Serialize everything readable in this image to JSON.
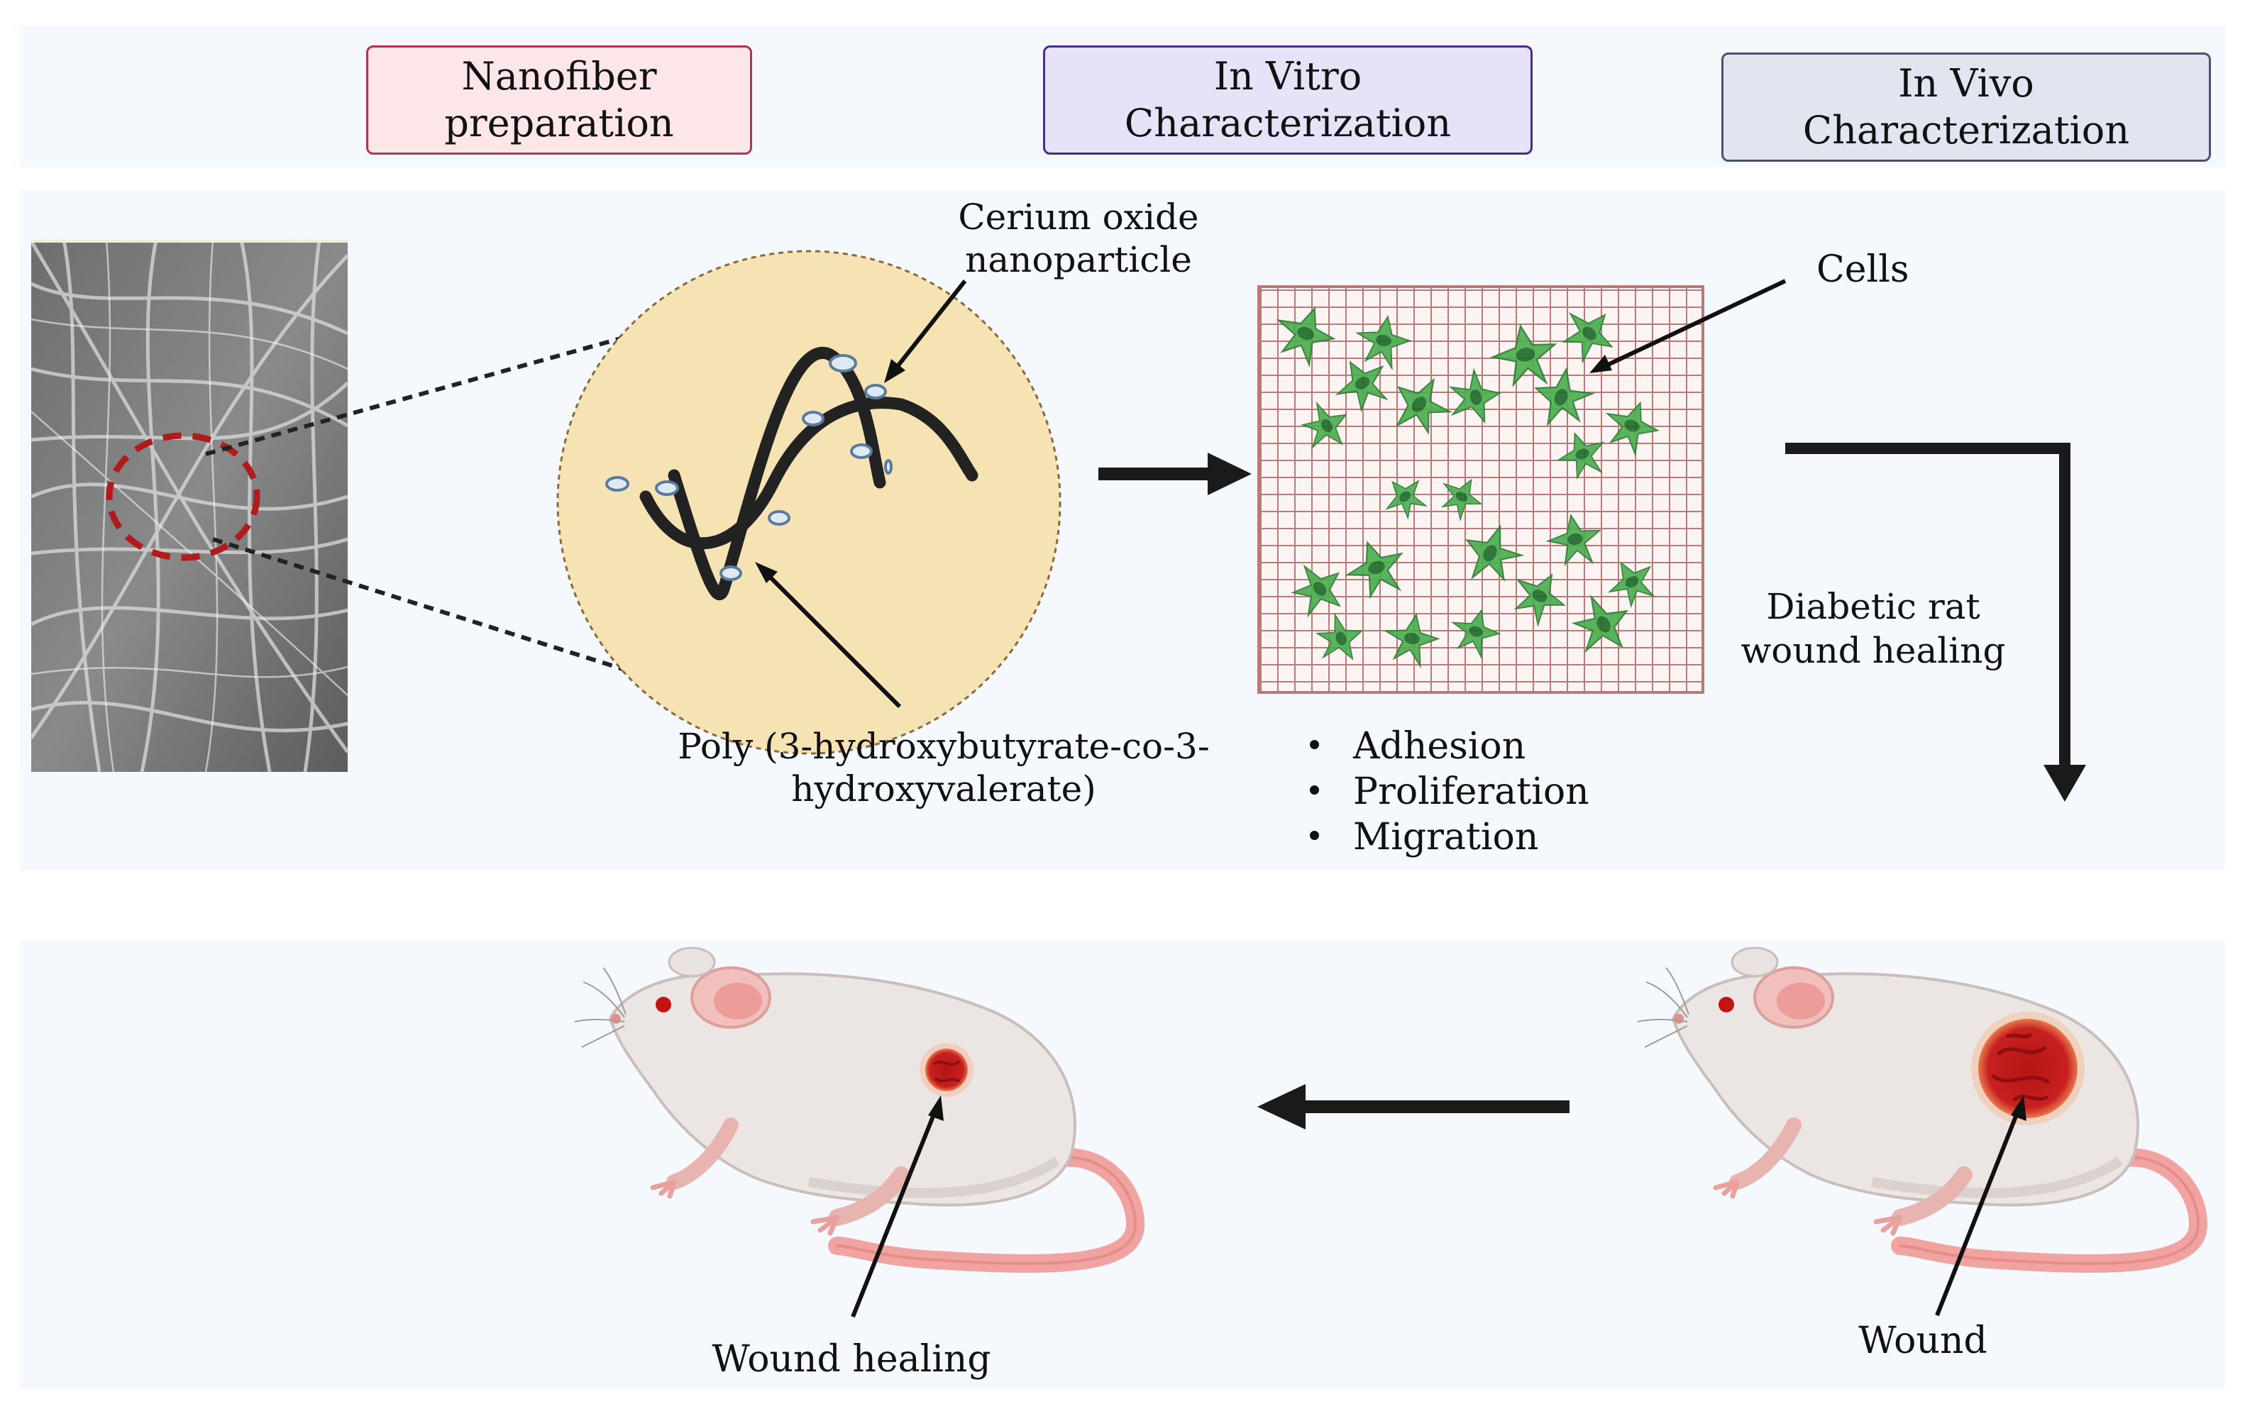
{
  "header": {
    "steps": [
      {
        "label_line1": "Nanofiber",
        "label_line2": "preparation",
        "fill": "#fde6ea",
        "border": "#b8344c"
      },
      {
        "label_line1": "In Vitro",
        "label_line2": "Characterization",
        "fill": "#e6e3f9",
        "border": "#4a2a8c"
      },
      {
        "label_line1": "In Vivo",
        "label_line2": "Characterization",
        "fill": "#e2e5ef",
        "border": "#4a5468"
      }
    ]
  },
  "nanofiber": {
    "nanoparticle_label_line1": "Cerium oxide",
    "nanoparticle_label_line2": "nanoparticle",
    "polymer_label_line1": "Poly (3-hydroxybutyrate-co-3-",
    "polymer_label_line2": "hydroxyvalerate)"
  },
  "in_vitro": {
    "cells_label": "Cells",
    "outcomes": [
      "Adhesion",
      "Proliferation",
      "Migration"
    ]
  },
  "in_vivo": {
    "model_label_line1": "Diabetic rat",
    "model_label_line2": "wound healing",
    "wound_label": "Wound",
    "healing_label": "Wound healing"
  },
  "colors": {
    "panel_background": "#f5f8fc",
    "circle_fill": "#f6e3b4",
    "dashed_highlight": "#b01c1c",
    "cell_green": "#3d9e45",
    "mesh_line": "#b67a78",
    "wound_red": "#c61e1e",
    "rat_body": "#e8e2e0",
    "rat_tail": "#f0a3a0"
  }
}
